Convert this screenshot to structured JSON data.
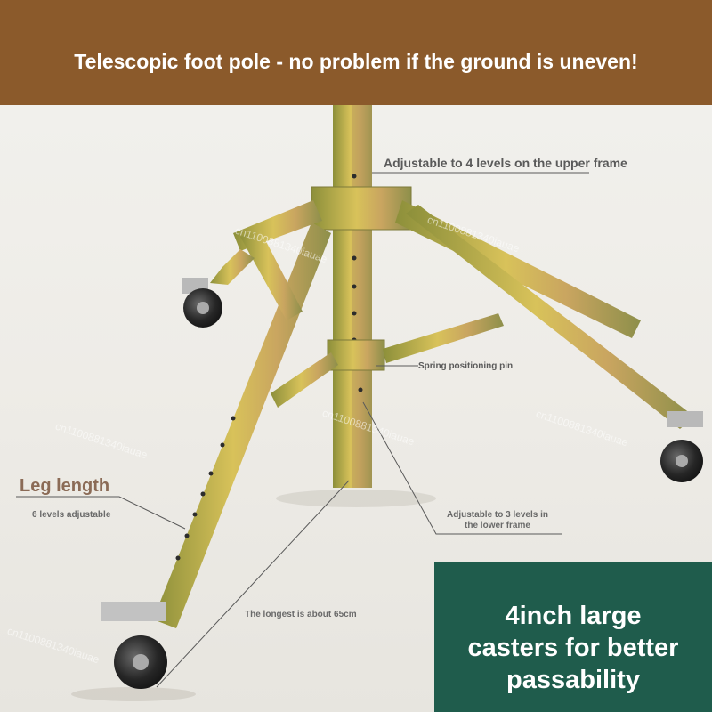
{
  "banner": {
    "title": "Telescopic foot pole - no problem if the ground is uneven!"
  },
  "annotations": {
    "upper_frame": "Adjustable to 4 levels on the upper frame",
    "spring_pin": "Spring positioning pin",
    "lower_frame_line1": "Adjustable to 3 levels in",
    "lower_frame_line2": "the lower frame",
    "leg_length": "Leg length",
    "leg_length_sub": "6 levels adjustable",
    "longest": "The longest is about 65cm"
  },
  "caster_panel": {
    "line1": "4inch large",
    "line2": "casters for better",
    "line3": "passability"
  },
  "watermark": "cn1100881340iauae",
  "colors": {
    "banner": "#8b5a2b",
    "panel": "#1f5c4c",
    "metal": "#b9a64a",
    "wheel": "#2a2a2a"
  }
}
